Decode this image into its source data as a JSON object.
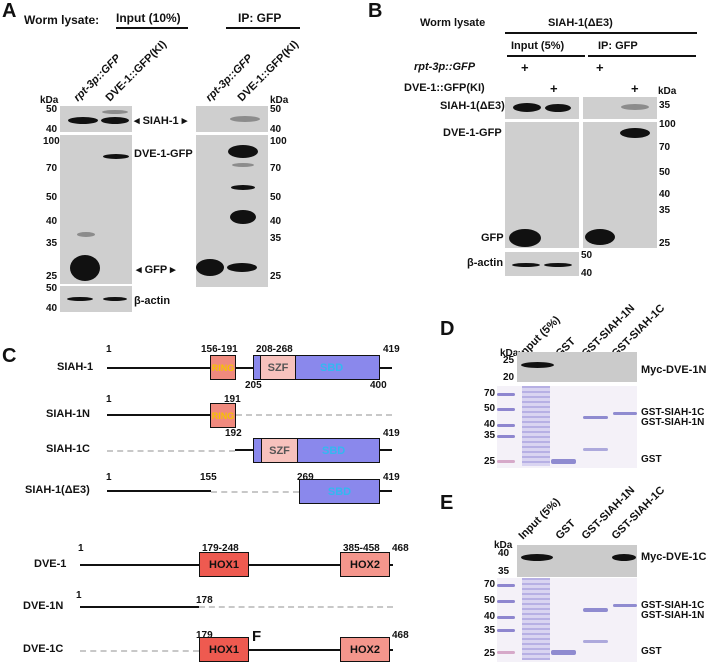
{
  "panels": {
    "A": {
      "letter": "A",
      "header_label": "Worm lysate:",
      "group_input": "Input (10%)",
      "group_ip": "IP: GFP",
      "lanes": [
        "rpt-3p::GFP",
        "DVE-1::GFP(KI)",
        "rpt-3p::GFP",
        "DVE-1::GFP(KI)"
      ],
      "kda": "kDa",
      "markers_top": [
        "50",
        "40"
      ],
      "markers_mid": [
        "100",
        "70",
        "50",
        "40",
        "35",
        "25"
      ],
      "markers_actin": [
        "50",
        "40"
      ],
      "band_labels": {
        "siah": "SIAH-1",
        "dve": "DVE-1-GFP",
        "gfp": "GFP",
        "actin": "β-actin"
      }
    },
    "B": {
      "letter": "B",
      "header_label": "Worm lysate",
      "group_top": "SIAH-1(ΔE3)",
      "group_input": "Input (5%)",
      "group_ip": "IP: GFP",
      "row1_label": "rpt-3p::GFP",
      "row2_label": "DVE-1::GFP(KI)",
      "plus": "+",
      "kda": "kDa",
      "markers_top": [
        "35"
      ],
      "markers_mid": [
        "100",
        "70",
        "50",
        "40",
        "35",
        "25"
      ],
      "markers_actin": [
        "50",
        "40"
      ],
      "band_labels": {
        "siah": "SIAH-1(ΔE3)",
        "dve": "DVE-1-GFP",
        "gfp": "GFP",
        "actin": "β-actin"
      }
    },
    "C": {
      "letter": "C",
      "constructs": [
        {
          "name": "SIAH-1",
          "start": "1",
          "ring": "156-191",
          "szf": "208-268",
          "pos205": "205",
          "pos400": "400",
          "end": "419"
        },
        {
          "name": "SIAH-1N",
          "start": "1",
          "end": "191"
        },
        {
          "name": "SIAH-1C",
          "start": "192",
          "end": "419"
        },
        {
          "name": "SIAH-1(ΔE3)",
          "start": "1",
          "mid1": "155",
          "mid2": "269",
          "end": "419"
        },
        {
          "name": "DVE-1",
          "start": "1",
          "hox1": "179-248",
          "hox2": "385-458",
          "end": "468"
        },
        {
          "name": "DVE-1N",
          "start": "1",
          "end": "178"
        },
        {
          "name": "DVE-1C",
          "start": "179",
          "end": "468"
        }
      ],
      "domains": {
        "ring": "RING",
        "szf": "SZF",
        "sbd": "SBD",
        "hox1": "HOX1",
        "hox2": "HOX2"
      },
      "colors": {
        "ring": "#f08a7e",
        "szf": "#f7c2bd",
        "sbd": "#8a88ec",
        "sbd_text": "#33b8f0",
        "ring_text": "#f5c400",
        "hox1": "#ee5a50",
        "hox2": "#f4968c"
      },
      "stray_letter": "F"
    },
    "D": {
      "letter": "D",
      "lanes": [
        "Input (5%)",
        "GST",
        "GST-SIAH-1N",
        "GST-SIAH-1C"
      ],
      "kda": "kDa",
      "blot_markers": [
        "25",
        "20"
      ],
      "gel_markers": [
        "70",
        "50",
        "40",
        "35",
        "25"
      ],
      "blot_label": "Myc-DVE-1N",
      "gel_labels": [
        "GST-SIAH-1C",
        "GST-SIAH-1N",
        "GST"
      ]
    },
    "E": {
      "letter": "E",
      "lanes": [
        "Input (5%)",
        "GST",
        "GST-SIAH-1N",
        "GST-SIAH-1C"
      ],
      "kda": "kDa",
      "blot_markers": [
        "40",
        "35"
      ],
      "gel_markers": [
        "70",
        "50",
        "40",
        "35",
        "25"
      ],
      "blot_label": "Myc-DVE-1C",
      "gel_labels": [
        "GST-SIAH-1C",
        "GST-SIAH-1N",
        "GST"
      ]
    }
  }
}
